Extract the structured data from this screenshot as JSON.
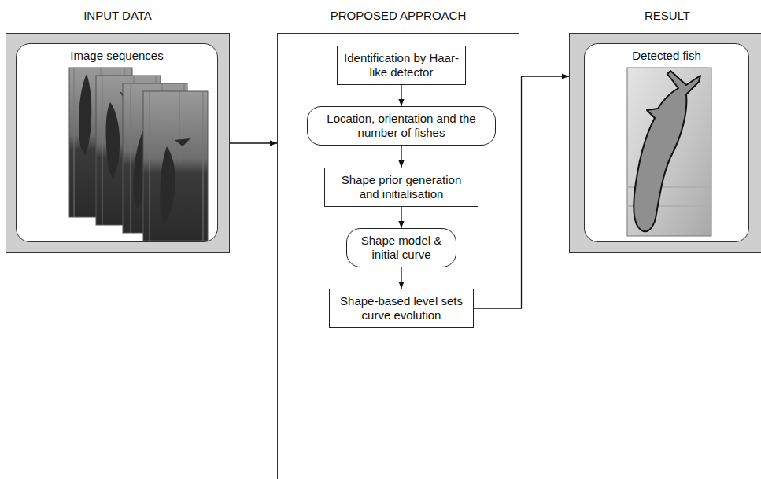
{
  "diagram": {
    "nodes": [
      {
        "text": [
          "INPUT DATA"
        ]
      },
      {
        "text": [
          "Image sequences"
        ],
        "in": 0
      },
      {
        "text": [
          "PROPOSED APPROACH"
        ]
      },
      {
        "text": [
          "Identification by Haar-like detector"
        ],
        "in": 2
      },
      {
        "text": [
          "Location, orientation and the number of fishes"
        ],
        "in": 2
      },
      {
        "text": [
          "Shape prior generation and initialisation"
        ],
        "in": 2
      },
      {
        "text": [
          "Shape model & initial curve"
        ],
        "in": 2
      },
      {
        "text": [
          "Shape-based level sets curve evolution"
        ],
        "in": 2
      },
      {
        "text": [
          "RESULT"
        ]
      },
      {
        "text": [
          "Detected fish"
        ],
        "in": 8
      }
    ],
    "edges": [
      {
        "from": 0,
        "to": 2,
        "arrow": "to"
      },
      {
        "from": 3,
        "to": 4,
        "arrow": "to"
      },
      {
        "from": 4,
        "to": 5,
        "arrow": "to"
      },
      {
        "from": 5,
        "to": 6,
        "arrow": "to"
      },
      {
        "from": 6,
        "to": 7,
        "arrow": "to"
      },
      {
        "from": 7,
        "to": 8,
        "arrow": "to"
      }
    ]
  }
}
